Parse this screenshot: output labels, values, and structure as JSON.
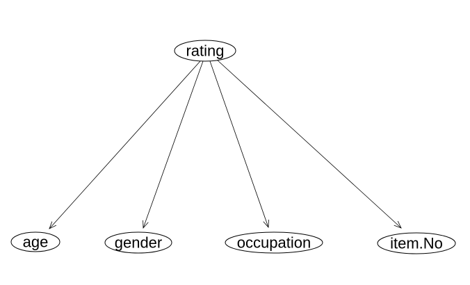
{
  "diagram": {
    "root": {
      "id": "rating",
      "label": "rating"
    },
    "children": [
      {
        "id": "age",
        "label": "age"
      },
      {
        "id": "gender",
        "label": "gender"
      },
      {
        "id": "occupation",
        "label": "occupation"
      },
      {
        "id": "item-no",
        "label": "item.No"
      }
    ],
    "edges": [
      {
        "from": "rating",
        "to": "age"
      },
      {
        "from": "rating",
        "to": "gender"
      },
      {
        "from": "rating",
        "to": "occupation"
      },
      {
        "from": "rating",
        "to": "item-no"
      }
    ],
    "colors": {
      "stroke": "#000000",
      "fill": "#ffffff",
      "background": "#ffffff"
    }
  }
}
